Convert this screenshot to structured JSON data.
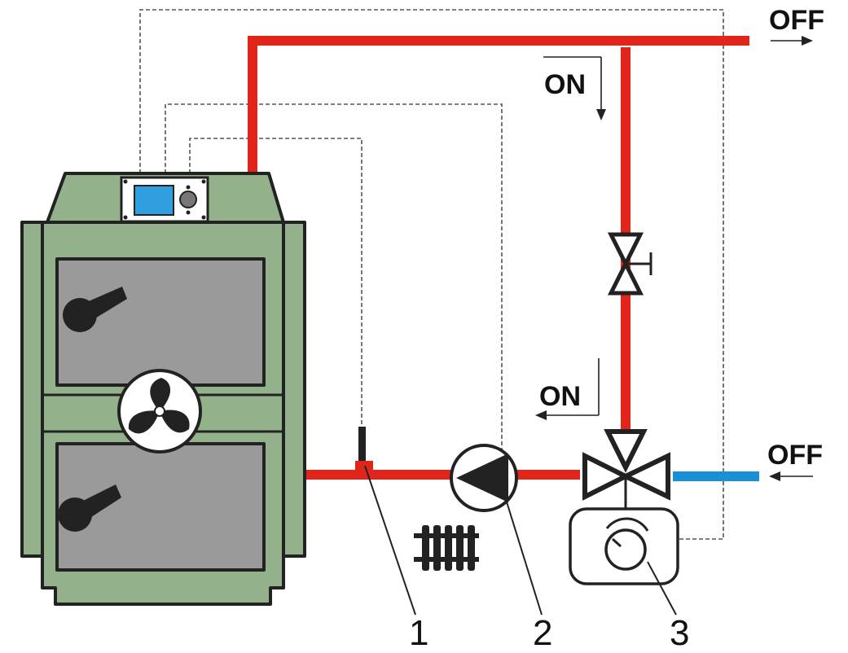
{
  "labels": {
    "off_top": "OFF",
    "off_right": "OFF",
    "on_top": "ON",
    "on_mid": "ON",
    "callout_1": "1",
    "callout_2": "2",
    "callout_3": "3"
  },
  "icons": {
    "boiler": "boiler-icon",
    "controller": "controller-panel-icon",
    "fan": "fan-icon",
    "sensor": "temperature-sensor-icon",
    "pump": "pump-icon",
    "radiator": "radiator-icon",
    "shutoff_valve": "shutoff-valve-icon",
    "three_way_valve": "three-way-valve-icon",
    "actuator": "valve-actuator-icon"
  },
  "colors": {
    "hot_pipe": "#e1251b",
    "cold_pipe": "#1a8fd6",
    "boiler_body": "#93b28b",
    "boiler_door": "#9a9a9a",
    "screen": "#2f9fe0",
    "control_wire": "#555555"
  }
}
